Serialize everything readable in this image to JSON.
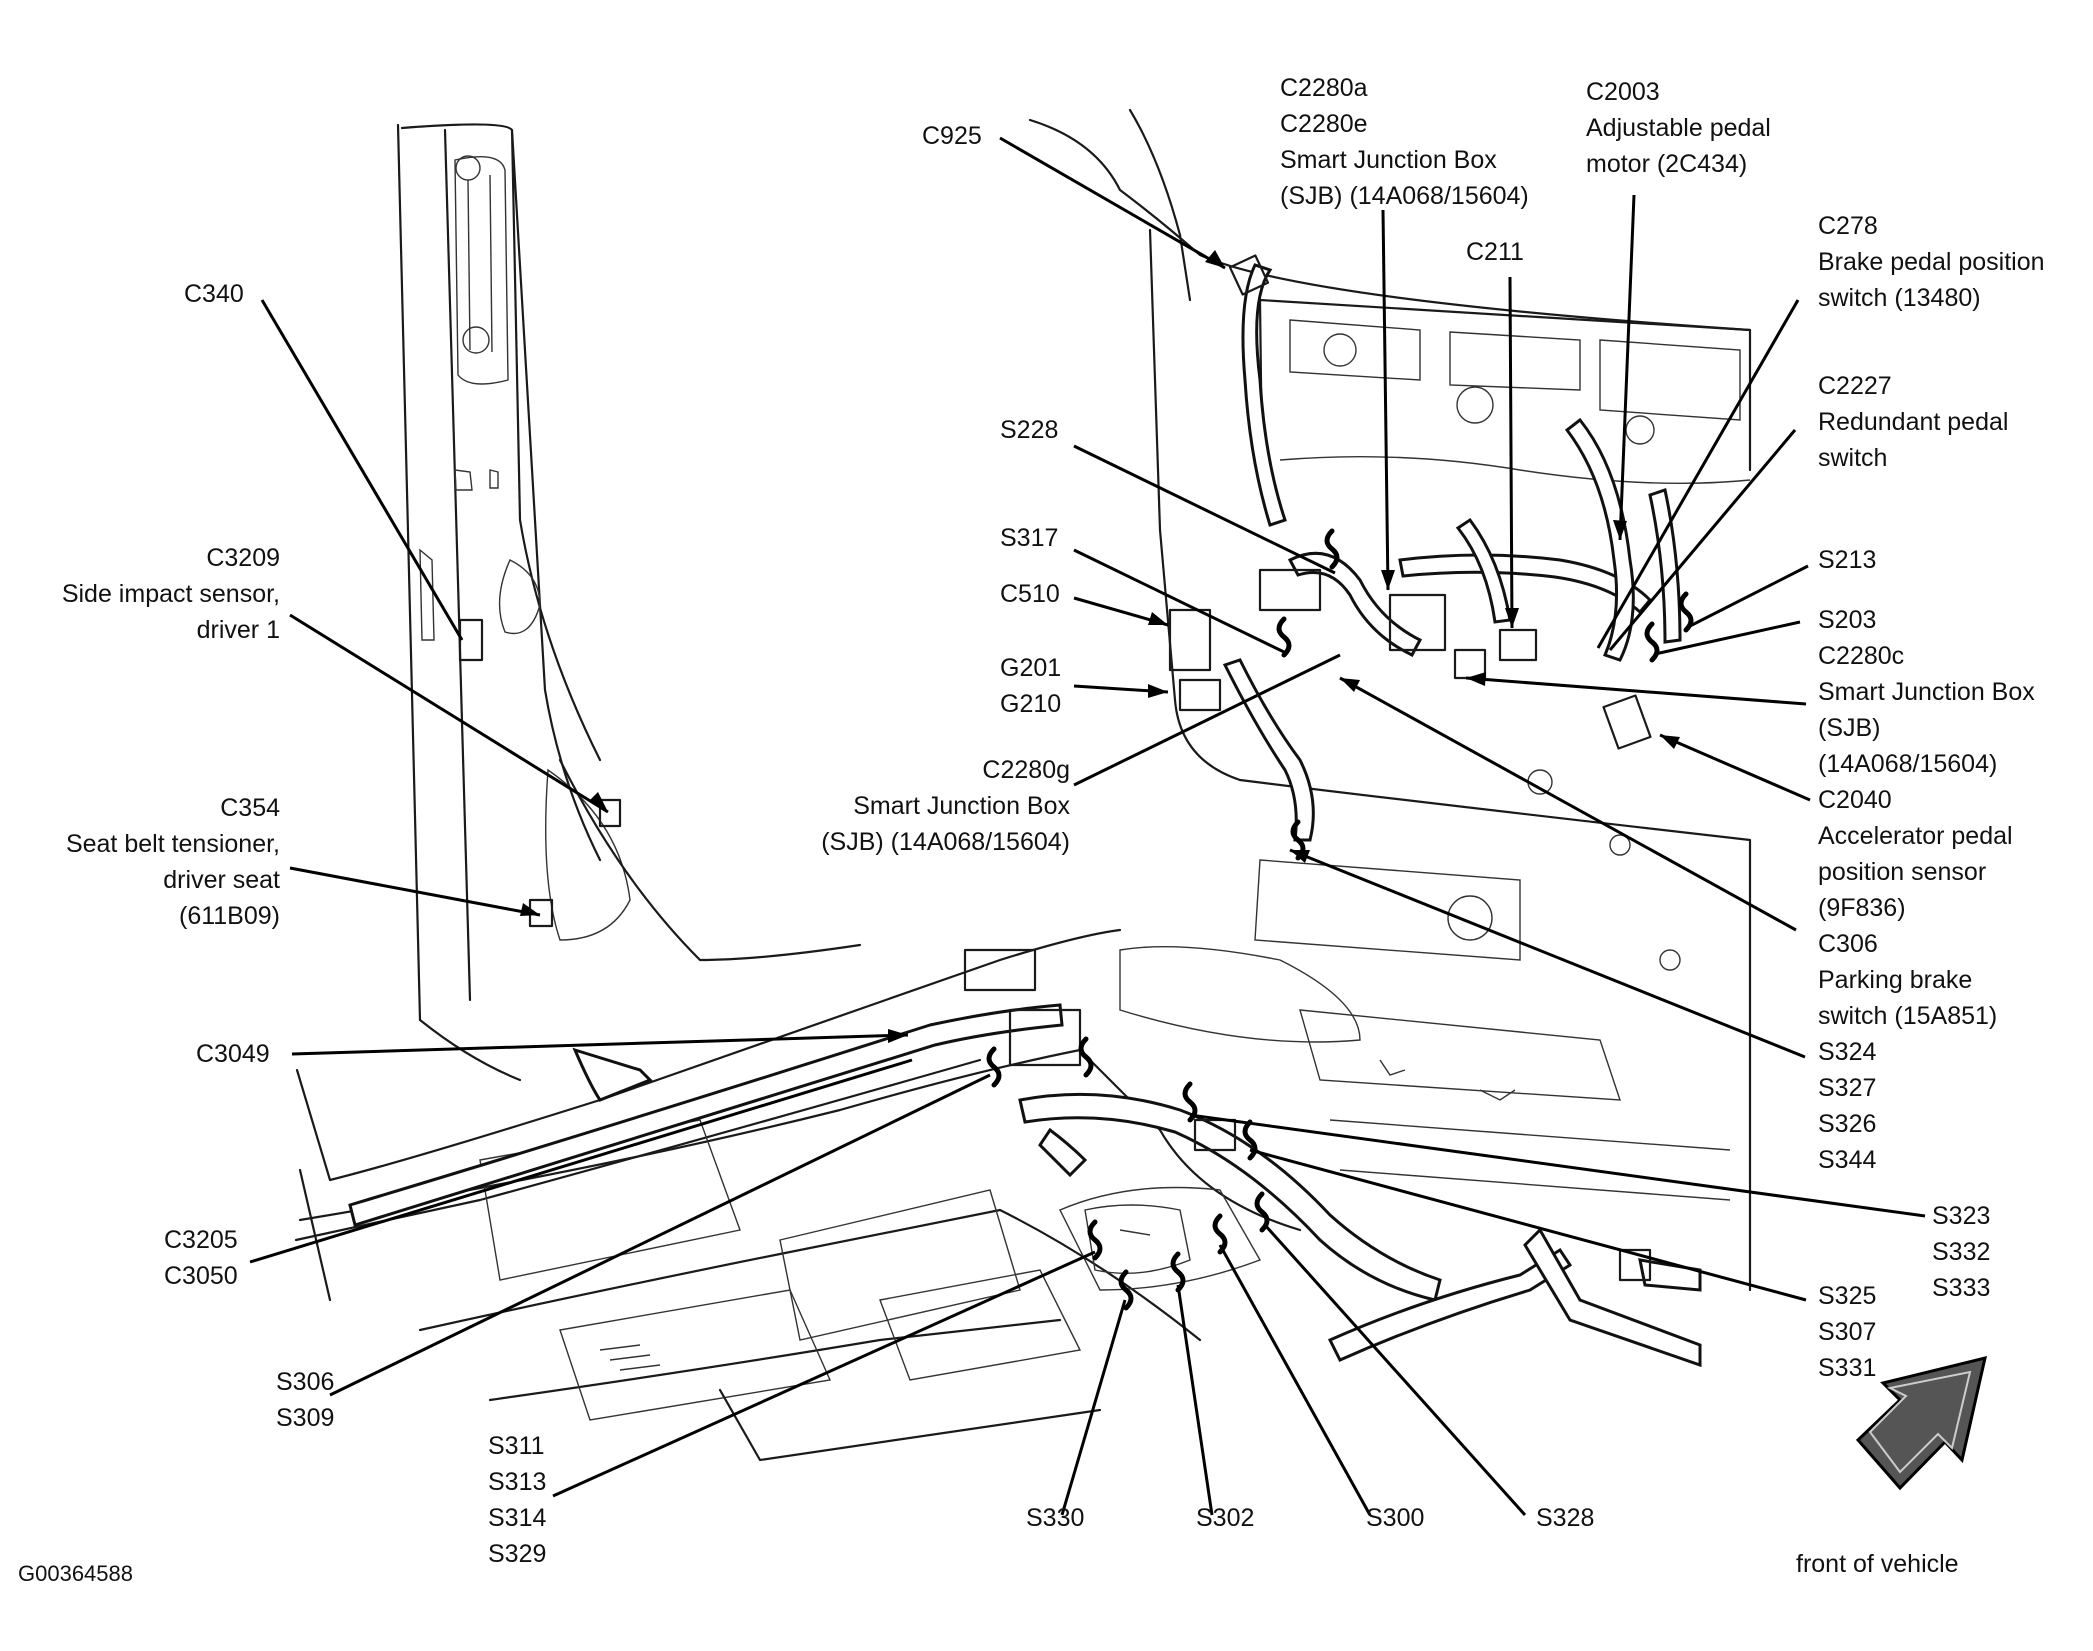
{
  "figure_id": "G00364588",
  "orientation": {
    "label": "front of vehicle",
    "icon": "arrow-up-right-icon"
  },
  "callouts": {
    "c2280a_group": [
      "C2280a",
      "C2280e",
      "Smart Junction Box",
      "(SJB) (14A068/15604)"
    ],
    "c2003_group": [
      "C2003",
      "Adjustable pedal",
      "motor (2C434)"
    ],
    "c925": [
      "C925"
    ],
    "c211": [
      "C211"
    ],
    "c278_group": [
      "C278",
      "Brake pedal position",
      "switch (13480)"
    ],
    "c2227_group": [
      "C2227",
      "Redundant pedal",
      "switch"
    ],
    "s213": [
      "S213"
    ],
    "s203_group": [
      "S203",
      "C2280c",
      "Smart Junction Box",
      "(SJB)",
      "(14A068/15604)"
    ],
    "c2040_group": [
      "C2040",
      "Accelerator pedal",
      "position sensor",
      "(9F836)"
    ],
    "c306_group": [
      "C306",
      "Parking brake",
      "switch (15A851)"
    ],
    "s324_group": [
      "S324",
      "S327",
      "S326",
      "S344"
    ],
    "s323_group": [
      "S323",
      "S332",
      "S333"
    ],
    "s325_group": [
      "S325",
      "S307",
      "S331"
    ],
    "c340": [
      "C340"
    ],
    "c3209_group": [
      "C3209",
      "Side impact sensor,",
      "driver 1"
    ],
    "c354_group": [
      "C354",
      "Seat belt tensioner,",
      "driver seat",
      "(611B09)"
    ],
    "s228": [
      "S228"
    ],
    "s317": [
      "S317"
    ],
    "c510": [
      "C510"
    ],
    "g201_group": [
      "G201",
      "G210"
    ],
    "c2280g_group": [
      "C2280g",
      "Smart Junction Box",
      "(SJB) (14A068/15604)"
    ],
    "c3049": [
      "C3049"
    ],
    "c3205_group": [
      "C3205",
      "C3050"
    ],
    "s306_group": [
      "S306",
      "S309"
    ],
    "s311_group": [
      "S311",
      "S313",
      "S314",
      "S329"
    ],
    "s330": [
      "S330"
    ],
    "s302": [
      "S302"
    ],
    "s300": [
      "S300"
    ],
    "s328": [
      "S328"
    ]
  }
}
